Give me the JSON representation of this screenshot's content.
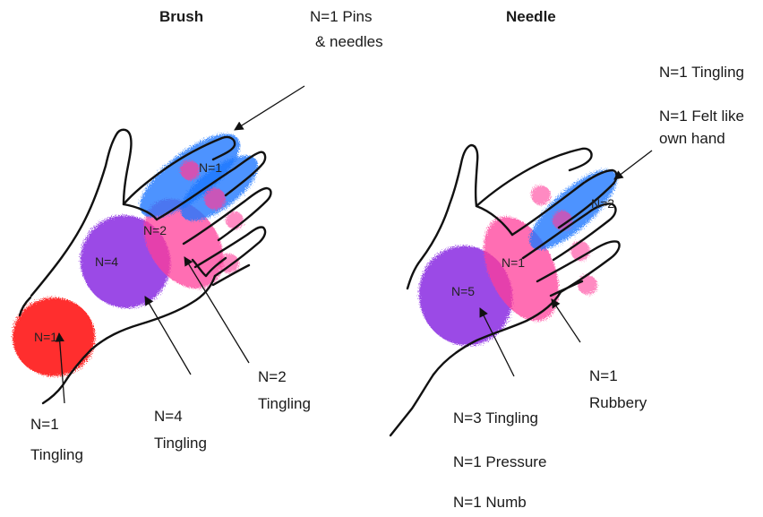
{
  "titles": {
    "left": "Brush",
    "right": "Needle"
  },
  "colors": {
    "red": "#ff1a1a",
    "purple": "#8a2be2",
    "pink": "#ff3d9a",
    "blue": "#1e78ff",
    "outline": "#111111",
    "text": "#1a1a1a"
  },
  "brush": {
    "regions": [
      {
        "id": "wrist",
        "color": "red",
        "label": "N=1"
      },
      {
        "id": "palm",
        "color": "purple",
        "label": "N=4"
      },
      {
        "id": "finger-base",
        "color": "pink",
        "label": "N=2"
      },
      {
        "id": "fingers",
        "color": "blue",
        "label": "N=1"
      }
    ],
    "callouts": {
      "top": [
        "N=1 Pins",
        "& needles"
      ],
      "wrist": [
        "N=1",
        "Tingling"
      ],
      "palm": [
        "N=4",
        "Tingling"
      ],
      "base": [
        "N=2",
        "Tingling"
      ]
    }
  },
  "needle": {
    "regions": [
      {
        "id": "palm",
        "color": "purple",
        "label": "N=5"
      },
      {
        "id": "finger-base",
        "color": "pink",
        "label": "N=1"
      },
      {
        "id": "fingers",
        "color": "blue",
        "label": "N=2"
      }
    ],
    "callouts": {
      "top1": "N=1 Tingling",
      "top2": [
        "N=1 Felt like",
        "own hand"
      ],
      "base": [
        "N=1",
        "Rubbery"
      ],
      "palm": [
        "N=3 Tingling",
        "N=1 Pressure",
        "N=1 Numb"
      ]
    }
  }
}
